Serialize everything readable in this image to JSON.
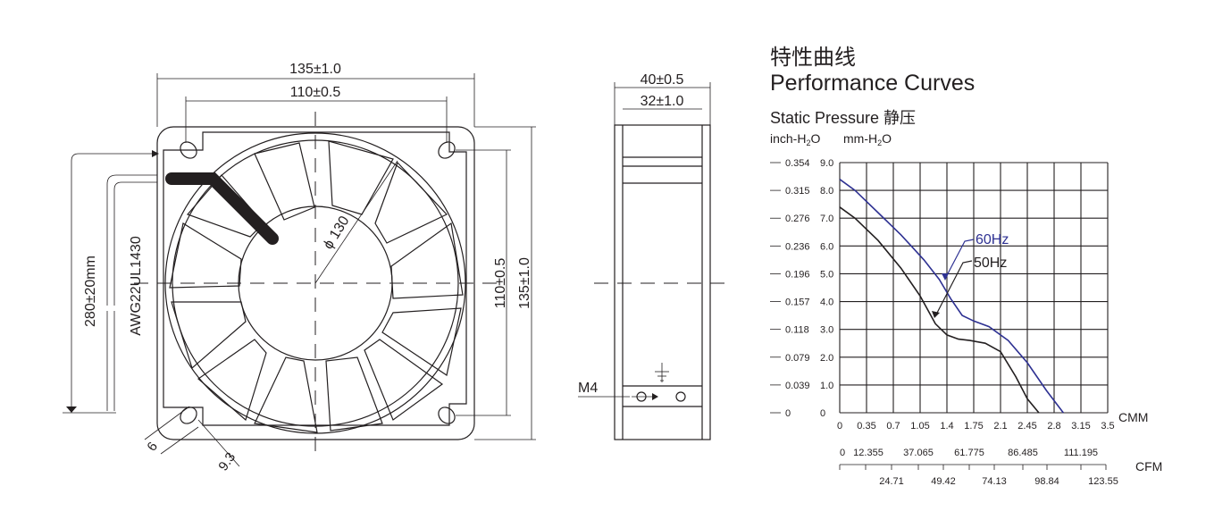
{
  "front_view": {
    "outer_width": "135±1.0",
    "hole_spacing": "110±0.5",
    "right_hole_spacing": "110±0.5",
    "right_outer": "135±1.0",
    "diameter": "ϕ 130",
    "lead_length": "280±20mm",
    "wire_spec": "AWG22UL1430",
    "hole_dia": "6",
    "corner_dim": "9.3"
  },
  "side_view": {
    "depth_outer": "40±0.5",
    "depth_inner": "32±1.0",
    "screw": "M4"
  },
  "chart": {
    "title_cn": "特性曲线",
    "title_en": "Performance Curves",
    "subtitle": "Static  Pressure 静压",
    "unit_inch": "inch-H",
    "unit_inch_sub": "2",
    "unit_inch_end": "O",
    "unit_mm": "mm-H",
    "unit_mm_sub": "2",
    "unit_mm_end": "O",
    "x_unit_cmm": "CMM",
    "x_unit_cfm": "CFM"
  },
  "chart_data": {
    "type": "line",
    "title": "Performance Curves",
    "ylabel": "Static Pressure (mm-H2O)",
    "xlabel": "CMM",
    "xlim": [
      0,
      3.5
    ],
    "ylim": [
      0,
      9.0
    ],
    "grid": true,
    "y_ticks_mm": [
      "9.0",
      "8.0",
      "7.0",
      "6.0",
      "5.0",
      "4.0",
      "3.0",
      "2.0",
      "1.0",
      "0"
    ],
    "y_ticks_inch": [
      "0.354",
      "0.315",
      "0.276",
      "0.236",
      "0.196",
      "0.157",
      "0.118",
      "0.079",
      "0.039",
      "0"
    ],
    "x_ticks_cmm": [
      "0",
      "0.35",
      "0.7",
      "1.05",
      "1.4",
      "1.75",
      "2.1",
      "2.45",
      "2.8",
      "3.15",
      "3.5"
    ],
    "x_ticks_cfm_upper": [
      "0",
      "12.355",
      "37.065",
      "61.775",
      "86.485",
      "111.195"
    ],
    "x_ticks_cfm_lower": [
      "24.71",
      "49.42",
      "74.13",
      "98.84",
      "123.55"
    ],
    "series": [
      {
        "name": "60Hz",
        "color": "#2e3192",
        "x": [
          0,
          0.2,
          0.5,
          0.8,
          1.1,
          1.3,
          1.45,
          1.6,
          1.75,
          1.95,
          2.2,
          2.45,
          2.7,
          2.92
        ],
        "y": [
          8.4,
          8.0,
          7.2,
          6.4,
          5.5,
          4.8,
          4.1,
          3.5,
          3.3,
          3.1,
          2.6,
          1.8,
          0.8,
          0
        ]
      },
      {
        "name": "50Hz",
        "color": "#231f20",
        "x": [
          0,
          0.2,
          0.5,
          0.8,
          1.05,
          1.25,
          1.4,
          1.55,
          1.7,
          1.9,
          2.1,
          2.3,
          2.45,
          2.6
        ],
        "y": [
          7.4,
          7.0,
          6.2,
          5.2,
          4.2,
          3.2,
          2.8,
          2.65,
          2.6,
          2.5,
          2.2,
          1.3,
          0.5,
          0
        ]
      }
    ]
  }
}
